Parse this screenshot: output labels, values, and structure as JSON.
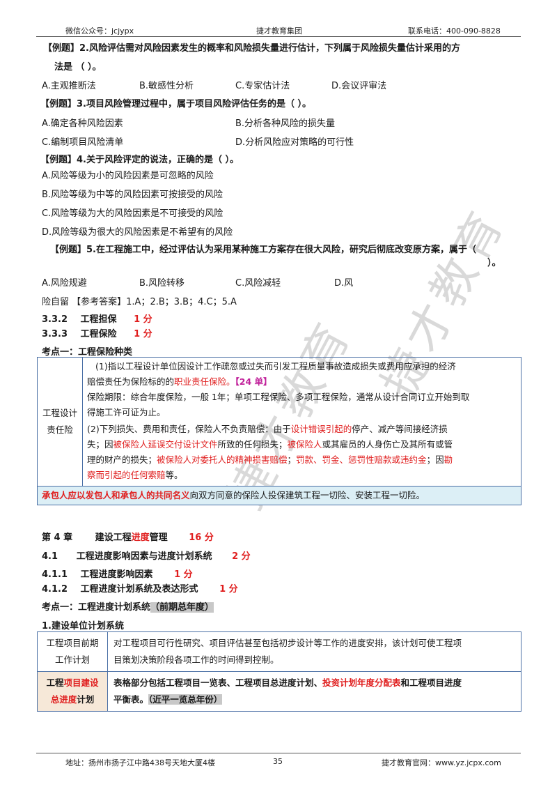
{
  "header": {
    "left": "微信公众号：jcjypx",
    "center": "捷才教育集团",
    "right": "联系电话：400-090-8828"
  },
  "q2": {
    "tag": "【例题】",
    "line1": "2.风险评估需对风险因素发生的概率和风险损失量进行估计，下列属于风险损失量估计采用的方",
    "line2": "法是 （ ）。",
    "opts": [
      "A.主观推断法",
      "B.敏感性分析",
      "C.专家估计法",
      "D.会议评审法"
    ]
  },
  "q3": {
    "tag": "【例题】",
    "line": "3.项目风险管理过程中，属于项目风险评估任务的是（ ）。",
    "opts": [
      "A.确定各种风险因素",
      "B.分析各种风险的损失量",
      "C.编制项目风险清单",
      "D.分析风险应对策略的可行性"
    ]
  },
  "q4": {
    "tag": "【例题】",
    "line": "4.关于风险评定的说法，正确的是（ ）。",
    "opts": [
      "A.风险等级为小的风险因素是可忽略的风险",
      "B.风险等级为中等的风险因素可按接受的风险",
      "C.风险等级为大的风险因素是不可接受的风险",
      "D.风险等级为很大的风险因素是不希望有的风险"
    ]
  },
  "q5": {
    "tag": "【例题】",
    "line1": "5.在工程施工中，经过评估认为采用某种施工方案存在很大风险，研究后彻底改变原方案，属于（",
    "line2": "）。",
    "opts": [
      "A.风险规避",
      "B.风险转移",
      "C.风险减轻",
      "D.风"
    ],
    "tail": "险自留",
    "answer": "【参考答案】1.A；2.B；3.B；4.C；5.A"
  },
  "s332": {
    "num": "3.3.2",
    "title": "工程担保",
    "score": "1 分"
  },
  "s333": {
    "num": "3.3.3",
    "title": "工程保险",
    "score": "1 分"
  },
  "kp1": {
    "title": "考点一：工程保险种类"
  },
  "insurance": {
    "left": [
      "工程设计",
      "责任险"
    ],
    "p1_a": "(1)指以工程设计单位因设计工作疏忽或过失而引发工程质量事故造成损失或费用应承担的经济",
    "p1_b": "赔偿责任为保险标的的",
    "p1_red": "职业责任保险。",
    "p1_tag": "【24 单】",
    "p2_a": "保险期限：综合年度保险，一般 1年；单项工程保险、多项工程保险，通常从设计合同订立开始到取",
    "p2_b": "得施工许可证为止。",
    "p3_a1": "(2)下列损失、费用和责任，保险人不负责赔偿：由于",
    "p3_a2": "设计错误引起的",
    "p3_a3": "停产、减产等间接经济损",
    "p3_b1": "失；因",
    "p3_b2": "被保险人延误交付设计文件",
    "p3_b3": "所致的任何损失；",
    "p3_b4": "被保险人",
    "p3_b5": "或其雇员的人身伤亡及其所有或管",
    "p3_c1": "理的财产的损失；",
    "p3_c2": "被保险人对委托人的精神损害赔偿",
    "p3_c3": "；",
    "p3_c4": "罚款、罚金、惩罚性赔款或违约金",
    "p3_c5": "；因",
    "p3_c6": "勘",
    "p3_d1": "察而引起的任何索赔",
    "p3_d2": "等。",
    "foot_red": "承包人应以发包人和承包人的共同名义",
    "foot_rest": "向双方同意的保险人投保建筑工程一切险、安装工程一切险。"
  },
  "ch4": {
    "num": "第 4 章",
    "title_a": "建设工程",
    "title_b": "进度",
    "title_c": "管理",
    "score": "16 分"
  },
  "s41": {
    "num": "4.1",
    "title": "工程进度影响因素与进度计划系统",
    "score": "2 分"
  },
  "s411": {
    "num": "4.1.1",
    "title": "工程进度影响因素",
    "score": "1 分"
  },
  "s412": {
    "num": "4.1.2",
    "title": "工程进度计划系统及表达形式",
    "score": "1 分"
  },
  "kp2": {
    "title": "考点一：工程进度计划系统",
    "hl": "（前期总年度）"
  },
  "sub1": {
    "title": "1.建设单位计划系统"
  },
  "plan": {
    "r1_left": [
      "工程项目前期",
      "工作计划"
    ],
    "r1_right_a": "对工程项目可行性研究、项目评估甚至包括初步设计等工作的进度安排，该计划可使工程项",
    "r1_right_b": "目策划决策阶段各项工作的时间得到控制。",
    "r2_left_a1": "工程",
    "r2_left_a2": "项目建设",
    "r2_left_b1": "总进度",
    "r2_left_b2": "计划",
    "r2_right_a1": "表格部分包括工程项目一览表、工程项目总进度计划、",
    "r2_right_a2": "投资计划年度分配表",
    "r2_right_a3": "和工程项目进度",
    "r2_right_b1": "平衡表。",
    "r2_right_b2": "（近平一览总年份）"
  },
  "footer": {
    "left": "地址：扬州市扬子江中路438号天地大厦4楼",
    "page": "35",
    "right": "捷才教育官网：www.yz.jcpx.com"
  },
  "watermark": [
    "捷才教育",
    "捷才教育"
  ]
}
